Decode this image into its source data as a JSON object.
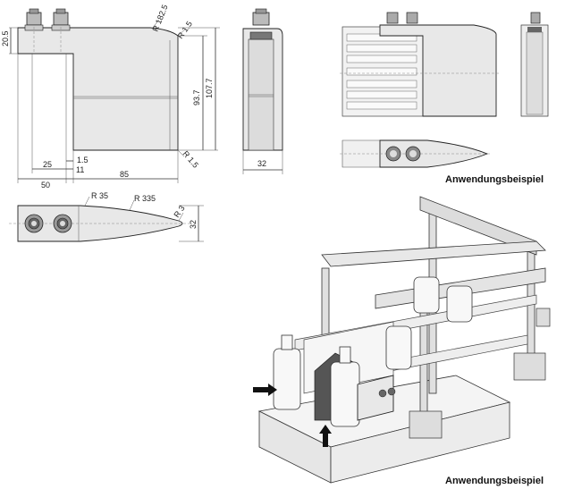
{
  "dimensions": {
    "d20_5": "20.5",
    "r182_5": "R 182.5",
    "r1_5_top": "R 1.5",
    "r1_5_bottom": "R 1.5",
    "d93_7": "93.7",
    "d107_7": "107.7",
    "d25": "25",
    "d1_5": "1.5",
    "d11": "11",
    "d50": "50",
    "d85": "85",
    "d32_front": "32",
    "r35": "R 35",
    "r335": "R 335",
    "r3": "R 3",
    "d32_top": "32"
  },
  "captions": {
    "example_top": "Anwendungsbeispiel",
    "example_bottom": "Anwendungsbeispiel"
  }
}
